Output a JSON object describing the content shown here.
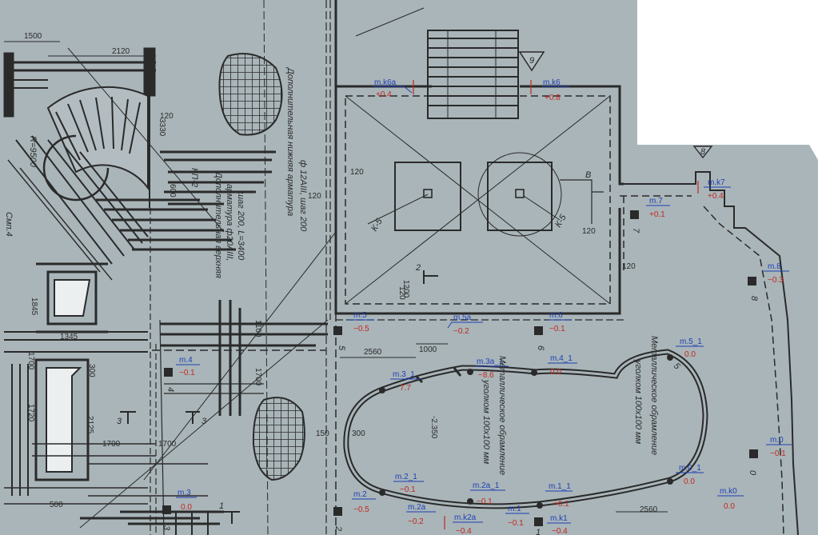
{
  "drawing": {
    "colors": {
      "paper": "#a9b5b9",
      "ink": "#2a2a2a",
      "mark_name": "#1f3fb4",
      "mark_value": "#c4281d"
    }
  },
  "marks": [
    {
      "id": "m-k6a",
      "name": "m.k6a",
      "value": "+0.4"
    },
    {
      "id": "m-k6",
      "name": "m.k6",
      "value": "+0.8"
    },
    {
      "id": "m-k7",
      "name": "m.k7",
      "value": "+0.4"
    },
    {
      "id": "m-7",
      "name": "m.7",
      "value": "+0.1"
    },
    {
      "id": "m-8",
      "name": "m.8",
      "value": "−0.3"
    },
    {
      "id": "m-5",
      "name": "m.5",
      "value": "−0.5"
    },
    {
      "id": "m-5a",
      "name": "m.5a",
      "value": "−0.2"
    },
    {
      "id": "m-6",
      "name": "m.6",
      "value": "−0.1"
    },
    {
      "id": "m-5-1",
      "name": "m.5_1",
      "value": "0.0"
    },
    {
      "id": "m-4",
      "name": "m.4",
      "value": "−0.1"
    },
    {
      "id": "m-3-1",
      "name": "m.3_1",
      "value": "7.7"
    },
    {
      "id": "m-3a-1",
      "name": "m.3a_1",
      "value": "−8.6"
    },
    {
      "id": "m-4-1",
      "name": "m.4_1",
      "value": "0.0"
    },
    {
      "id": "m-0",
      "name": "m.0",
      "value": "−0.1"
    },
    {
      "id": "m-0-1",
      "name": "m.0_1",
      "value": "0.0"
    },
    {
      "id": "m-2-1",
      "name": "m.2_1",
      "value": "−0.1"
    },
    {
      "id": "m-2a-1",
      "name": "m.2a_1",
      "value": "−0.1"
    },
    {
      "id": "m-1-1",
      "name": "m.1_1",
      "value": "+0.1"
    },
    {
      "id": "m-k0",
      "name": "m.k0",
      "value": "0.0"
    },
    {
      "id": "m-3",
      "name": "m.3",
      "value": "0.0"
    },
    {
      "id": "m-2",
      "name": "m.2",
      "value": "−0.5"
    },
    {
      "id": "m-2a",
      "name": "m.2a",
      "value": "−0.2"
    },
    {
      "id": "m-k2a",
      "name": "m.k2a",
      "value": "−0.4"
    },
    {
      "id": "m-1",
      "name": "m.1",
      "value": "−0.1"
    },
    {
      "id": "m-k1",
      "name": "m.k1",
      "value": "−0.4"
    }
  ],
  "dimensions": {
    "d1500": "1500",
    "d2120": "2120",
    "d3330": "3330",
    "d120a": "120",
    "d600": "600",
    "d120b": "120",
    "d120c": "120",
    "d120d": "120",
    "d120e": "120",
    "d120f": "120",
    "d1845": "1845",
    "d1345": "1345",
    "d1700a": "1700",
    "d1100": "1100",
    "d1700b": "1700",
    "d1700c": "1700",
    "d1700d": "1700",
    "d2125": "2125",
    "d1720": "1720",
    "d300": "300",
    "d150": "150",
    "d300b": "300",
    "d2560a": "2560",
    "d1000": "1000",
    "d500": "500",
    "d2560b": "2560",
    "d2350": "-2.350",
    "d1200": "1200"
  },
  "axis_labels": {
    "a5": "5",
    "a6": "6",
    "a7": "7",
    "a8": "8",
    "a4": "4",
    "a3": "3",
    "a2": "2",
    "a1": "1",
    "a0": "0",
    "a5b": "5",
    "a9": "9",
    "a8b": "8",
    "s3a": "3",
    "s3b": "3",
    "s2": "2",
    "s1": "1"
  },
  "annotations": {
    "kp2": "КП-2",
    "k5a": "К-5",
    "k5b": "К-5",
    "b": "В",
    "r": "R=9500",
    "smp": "Смп.4",
    "lower_rebar_1": "Дополнительная нижняя арматура",
    "lower_rebar_2": "ф 12АIII, шаг 200",
    "upper_rebar_1": "Дополнительная верхняя",
    "upper_rebar_2": "арматура ф20АIII,",
    "upper_rebar_3": "шаг 200, L=3400",
    "metal_1a": "Металлическое обрамление",
    "metal_1b": "уголком 100х100 мм",
    "metal_2a": "Металлическое обрамление",
    "metal_2b": "уголком 100х100 мм"
  }
}
